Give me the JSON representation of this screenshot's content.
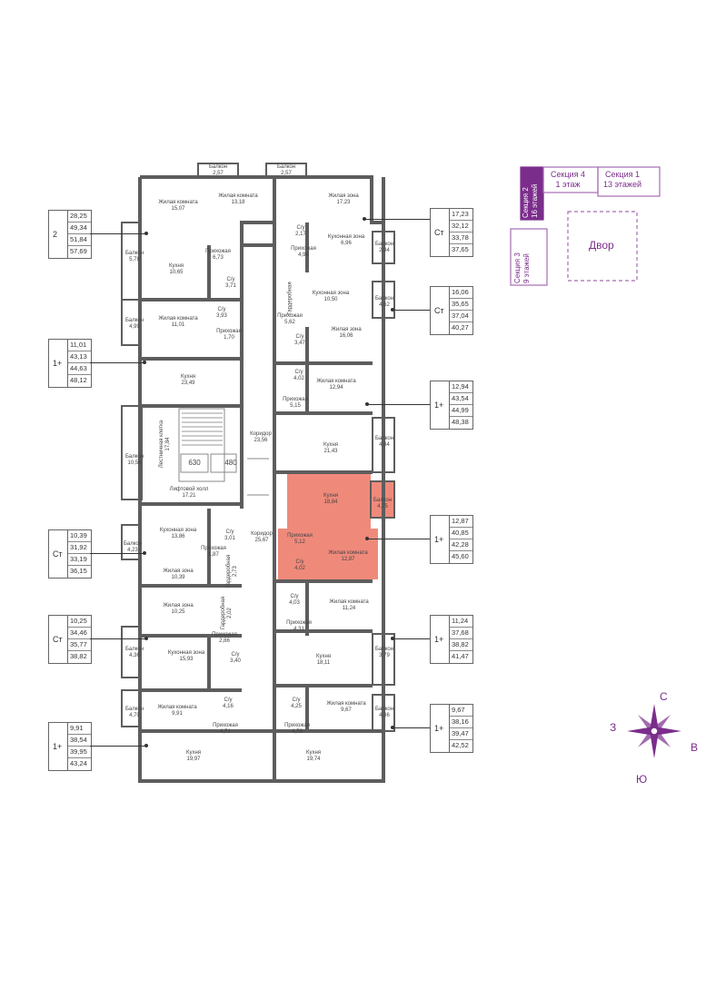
{
  "colors": {
    "wall": "#5d5d5d",
    "highlight": "#ef8a7b",
    "accent": "#7b2d8b",
    "keymap": "#a86cb4"
  },
  "rooms": {
    "balcony_top1": "Балкон\n2,57",
    "balcony_top2": "Балкон\n2,57",
    "r_zk_15": "Жилая комната\n15,07",
    "r_zk_13": "Жилая комната\n13,18",
    "r_zz_17": "Жилая зона\n17,23",
    "r_su_217": "С/у\n2,17",
    "r_kz_696": "Кухонная зона\n6,96",
    "r_pr_496": "Прихожая\n4,96",
    "r_bal_578": "Балкон\n5,78",
    "r_kuh_1065": "Кухня\n10,65",
    "r_pr_673": "Прихожая\n6,73",
    "r_su_371": "С/у\n3,71",
    "r_bal_294": "Балкон\n2,94",
    "r_kz_1050": "Кухонная зона\n10,50",
    "r_bal_462": "Балкон\n4,62",
    "r_bal_499": "Балкон\n4,99",
    "r_zk_1101": "Жилая комната\n11,01",
    "r_su_393": "С/у\n3,93",
    "r_pr_170": "Прихожая\n1,70",
    "r_gard_562": "Гардеробная",
    "r_pr_562": "Прихожая\n5,62",
    "r_su_347": "С/у\n3,47",
    "r_zz_1606": "Жилая зона\n16,06",
    "r_kuh_2349": "Кухня\n23,49",
    "r_su_402a": "С/у\n4,02",
    "r_pr_515": "Прихожая\n5,15",
    "r_zk_1294": "Жилая комната\n12,94",
    "r_lk_1784": "Лестничная клетка\n17,84",
    "r_kor_2356": "Коридор\n23,56",
    "r_kuh_2143": "Кухня\n21,43",
    "r_bal_484": "Балкон\n4,84",
    "r_bal_1056": "Балкон\n10,56",
    "r_elev1": "630",
    "r_elev2": "480",
    "r_lift_1721": "Лифтовой холл\n17,21",
    "r_kuh_1884": "Кухня\n18,84",
    "r_bal_475": "Балкон\n4,75",
    "r_kz_1386": "Кухонная зона\n13,86",
    "r_su_301": "С/у\n3,01",
    "r_bal_423": "Балкон\n4,23",
    "r_pr_187": "Прихожая\n1,87",
    "r_kor_2567": "Коридор\n25,67",
    "r_pr_512": "Прихожая\n5,12",
    "r_zk_1287": "Жилая комната\n12,87",
    "r_zz_1039": "Жилая зона\n10,39",
    "r_gard_273": "Гардеробная\n2,73",
    "r_su_402b": "С/у\n4,02",
    "r_zz_1025": "Жилая зона\n10,25",
    "r_gard_202": "Гардеробная\n2,02",
    "r_su_403": "С/у\n4,03",
    "r_zk_1124": "Жилая комната\n11,24",
    "r_pr_431": "Прихожая\n4,31",
    "r_pr_286": "Прихожая\n2,86",
    "r_bal_436a": "Балкон\n4,36",
    "r_kz_1593": "Кухонная зона\n15,93",
    "r_su_340": "С/у\n3,40",
    "r_kuh_1811": "Кухня\n18,11",
    "r_bal_379": "Балкон\n3,79",
    "r_bal_470": "Балкон\n4,70",
    "r_zk_991": "Жилая комната\n9,91",
    "r_su_416": "С/у\n4,16",
    "r_su_425": "С/у\n4,25",
    "r_zk_967": "Жилая комната\n9,67",
    "r_bal_436b": "Балкон\n4,36",
    "r_pr_451": "Прихожая\n4,51",
    "r_pr_459": "Прихожая\n4,59",
    "r_kuh_1997": "Кухня\n19,97",
    "r_kuh_1974": "Кухня\n19,74"
  },
  "apartments": [
    {
      "type": "2",
      "values": [
        "28,25",
        "49,34",
        "51,84",
        "57,69"
      ]
    },
    {
      "type": "Ст",
      "values": [
        "17,23",
        "32,12",
        "33,78",
        "37,65"
      ]
    },
    {
      "type": "Ст",
      "values": [
        "16,06",
        "35,65",
        "37,04",
        "40,27"
      ]
    },
    {
      "type": "1+",
      "values": [
        "11,01",
        "43,13",
        "44,63",
        "48,12"
      ]
    },
    {
      "type": "1+",
      "values": [
        "12,94",
        "43,54",
        "44,99",
        "48,38"
      ]
    },
    {
      "type": "Ст",
      "values": [
        "10,39",
        "31,92",
        "33,19",
        "36,15"
      ]
    },
    {
      "type": "1+",
      "values": [
        "12,87",
        "40,85",
        "42,28",
        "45,60"
      ]
    },
    {
      "type": "Ст",
      "values": [
        "10,25",
        "34,46",
        "35,77",
        "38,82"
      ]
    },
    {
      "type": "1+",
      "values": [
        "11,24",
        "37,68",
        "38,82",
        "41,47"
      ]
    },
    {
      "type": "1+",
      "values": [
        "9,91",
        "38,54",
        "39,95",
        "43,24"
      ]
    },
    {
      "type": "1+",
      "values": [
        "9,67",
        "38,16",
        "39,47",
        "42,52"
      ]
    }
  ],
  "keymap": {
    "s2": "Секция 2\n16 этажей",
    "s4": "Секция 4\n1 этаж",
    "s1": "Секция 1\n13 этажей",
    "s3": "Секция 3\n9 этажей",
    "yard": "Двор"
  },
  "compass": {
    "n": "С",
    "e": "В",
    "s": "Ю",
    "w": "З"
  }
}
